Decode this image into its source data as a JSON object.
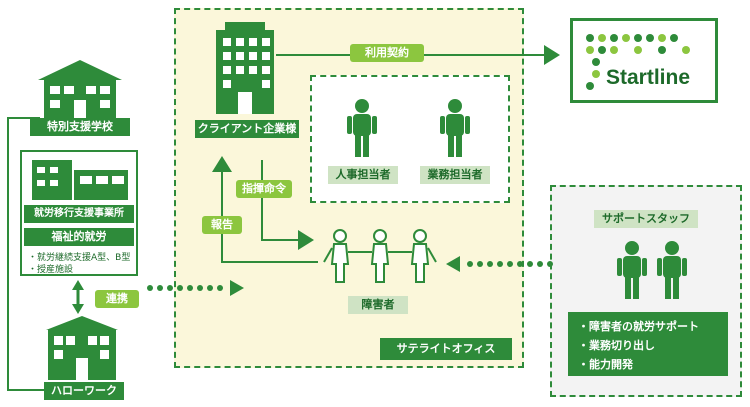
{
  "contract_label": "利用契約",
  "brand": {
    "name": "Startline",
    "color": "#2e8b3a",
    "accent": "#8cc63f"
  },
  "client_building": "クライアント企業様",
  "hr_person": "人事担当者",
  "business_person": "業務担当者",
  "instruction_label": "指揮命令",
  "report_label": "報告",
  "disabled_person": "障害者",
  "satellite_office": "サテライトオフィス",
  "special_school": "特別支援学校",
  "employment_transition": "就労移行支援事業所",
  "welfare_employment": "福祉的就労",
  "welfare_notes": [
    "・就労継続支援A型、B型",
    "・授産施設"
  ],
  "cooperation_label": "連携",
  "hello_work": "ハローワーク",
  "support_staff": "サポートスタッフ",
  "support_items": [
    "・障害者の就労サポート",
    "・業務切り出し",
    "・能力開発"
  ]
}
